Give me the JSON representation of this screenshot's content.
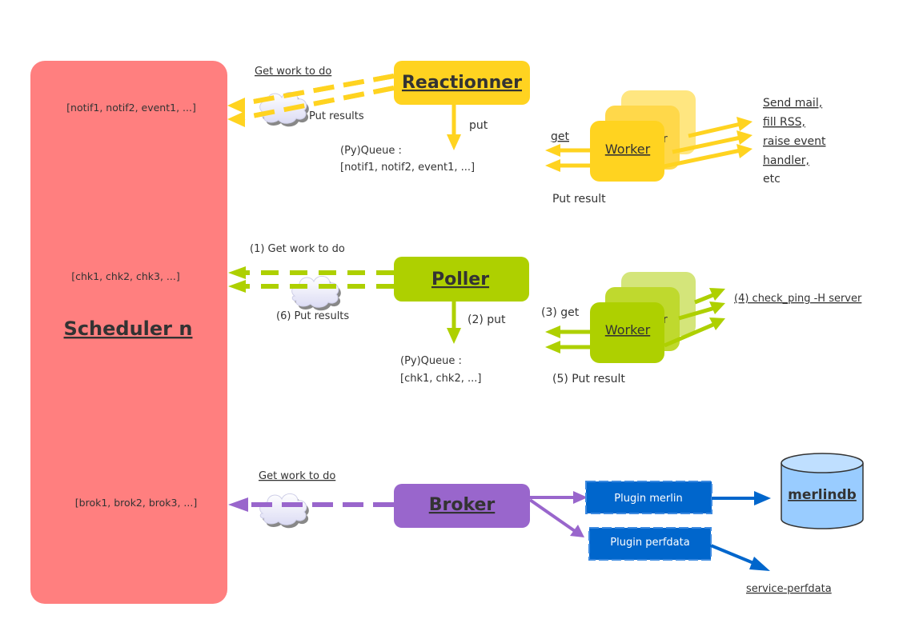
{
  "colors": {
    "scheduler": "#ff7f7f",
    "reactionner": "#ffd320",
    "reactionner_light": "#ffe080",
    "poller": "#aed000",
    "poller_light": "#cde26a",
    "broker": "#9966cc",
    "plugin": "#0066cc",
    "database": "#99ccff",
    "text": "#333333"
  },
  "scheduler": {
    "title": "Scheduler n",
    "reactionner_queue": "[notif1, notif2, event1, ...]",
    "poller_queue": "[chk1, chk2, chk3, ...]",
    "broker_queue": "[brok1, brok2, brok3, ...]"
  },
  "reactionner": {
    "title": "Reactionner",
    "get_label": "Get work to do",
    "put_results_label": "Put results",
    "put_label": "put",
    "queue_line1": "(Py)Queue :",
    "queue_line2": "[notif1, notif2, event1, ...]",
    "worker_label": "Worker",
    "worker_get_label": "get",
    "worker_put_label": "Put result",
    "actions": [
      "Send mail,",
      "fill RSS,",
      "raise event",
      "handler,",
      "etc"
    ]
  },
  "poller": {
    "title": "Poller",
    "get_label": "(1) Get work to do",
    "put_results_label": "(6) Put results",
    "put_label": "(2) put",
    "queue_line1": "(Py)Queue :",
    "queue_line2": "[chk1, chk2, ...]",
    "worker_label": "Worker",
    "worker_get_label": "(3) get",
    "worker_put_label": "(5) Put result",
    "action": "(4) check_ping -H server"
  },
  "broker": {
    "title": "Broker",
    "get_label": "Get work to do",
    "plugins": [
      "Plugin merlin",
      "Plugin perfdata"
    ],
    "database": "merlindb",
    "perfdata_target": "service-perfdata"
  }
}
